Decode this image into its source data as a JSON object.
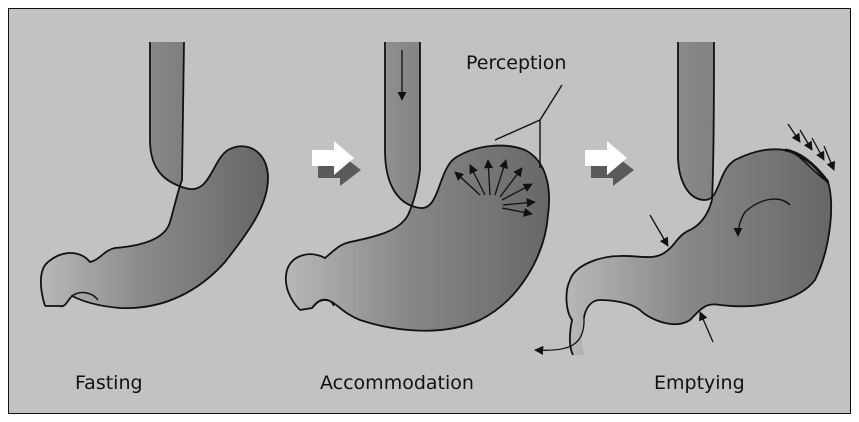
{
  "stages": {
    "fasting": "Fasting",
    "accommodation": "Accommodation",
    "emptying": "Emptying"
  },
  "perception_label": "Perception",
  "colors": {
    "background": "#c2c2c2",
    "stomach_dark": "#6a6a6a",
    "stomach_light": "#b5b5b5",
    "outline": "#111111",
    "transition_arrow_white": "#ffffff",
    "transition_arrow_gray": "#555555"
  },
  "icons": {
    "transition": "right-arrow-icon",
    "flow": "arrow-icon"
  }
}
